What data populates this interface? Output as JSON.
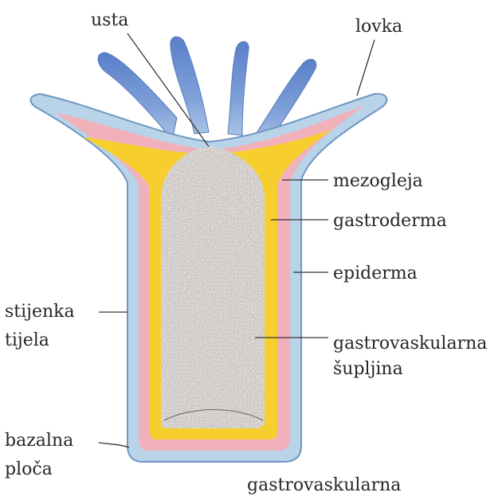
{
  "labels": {
    "mouth": "usta",
    "tentacle": "lovka",
    "mesoglea": "mezogleja",
    "gastrodermis": "gastroderma",
    "epidermis": "epiderma",
    "body_wall_1": "stijenka",
    "body_wall_2": "tijela",
    "gv_cavity_1": "gastrovaskularna",
    "gv_cavity_2": "šupljina",
    "basal_plate_1": "bazalna",
    "basal_plate_2": "ploča",
    "bottom_caption": "gastrovaskularna"
  },
  "colors": {
    "epidermis": "#b9d3e8",
    "epidermis_edge": "#6f97c2",
    "mesoglea": "#f1b1bb",
    "gastrodermis": "#f6cf2e",
    "cavity": "#f8f5f1",
    "tentacle": "#6f93d2",
    "leader": "#3a3436"
  }
}
